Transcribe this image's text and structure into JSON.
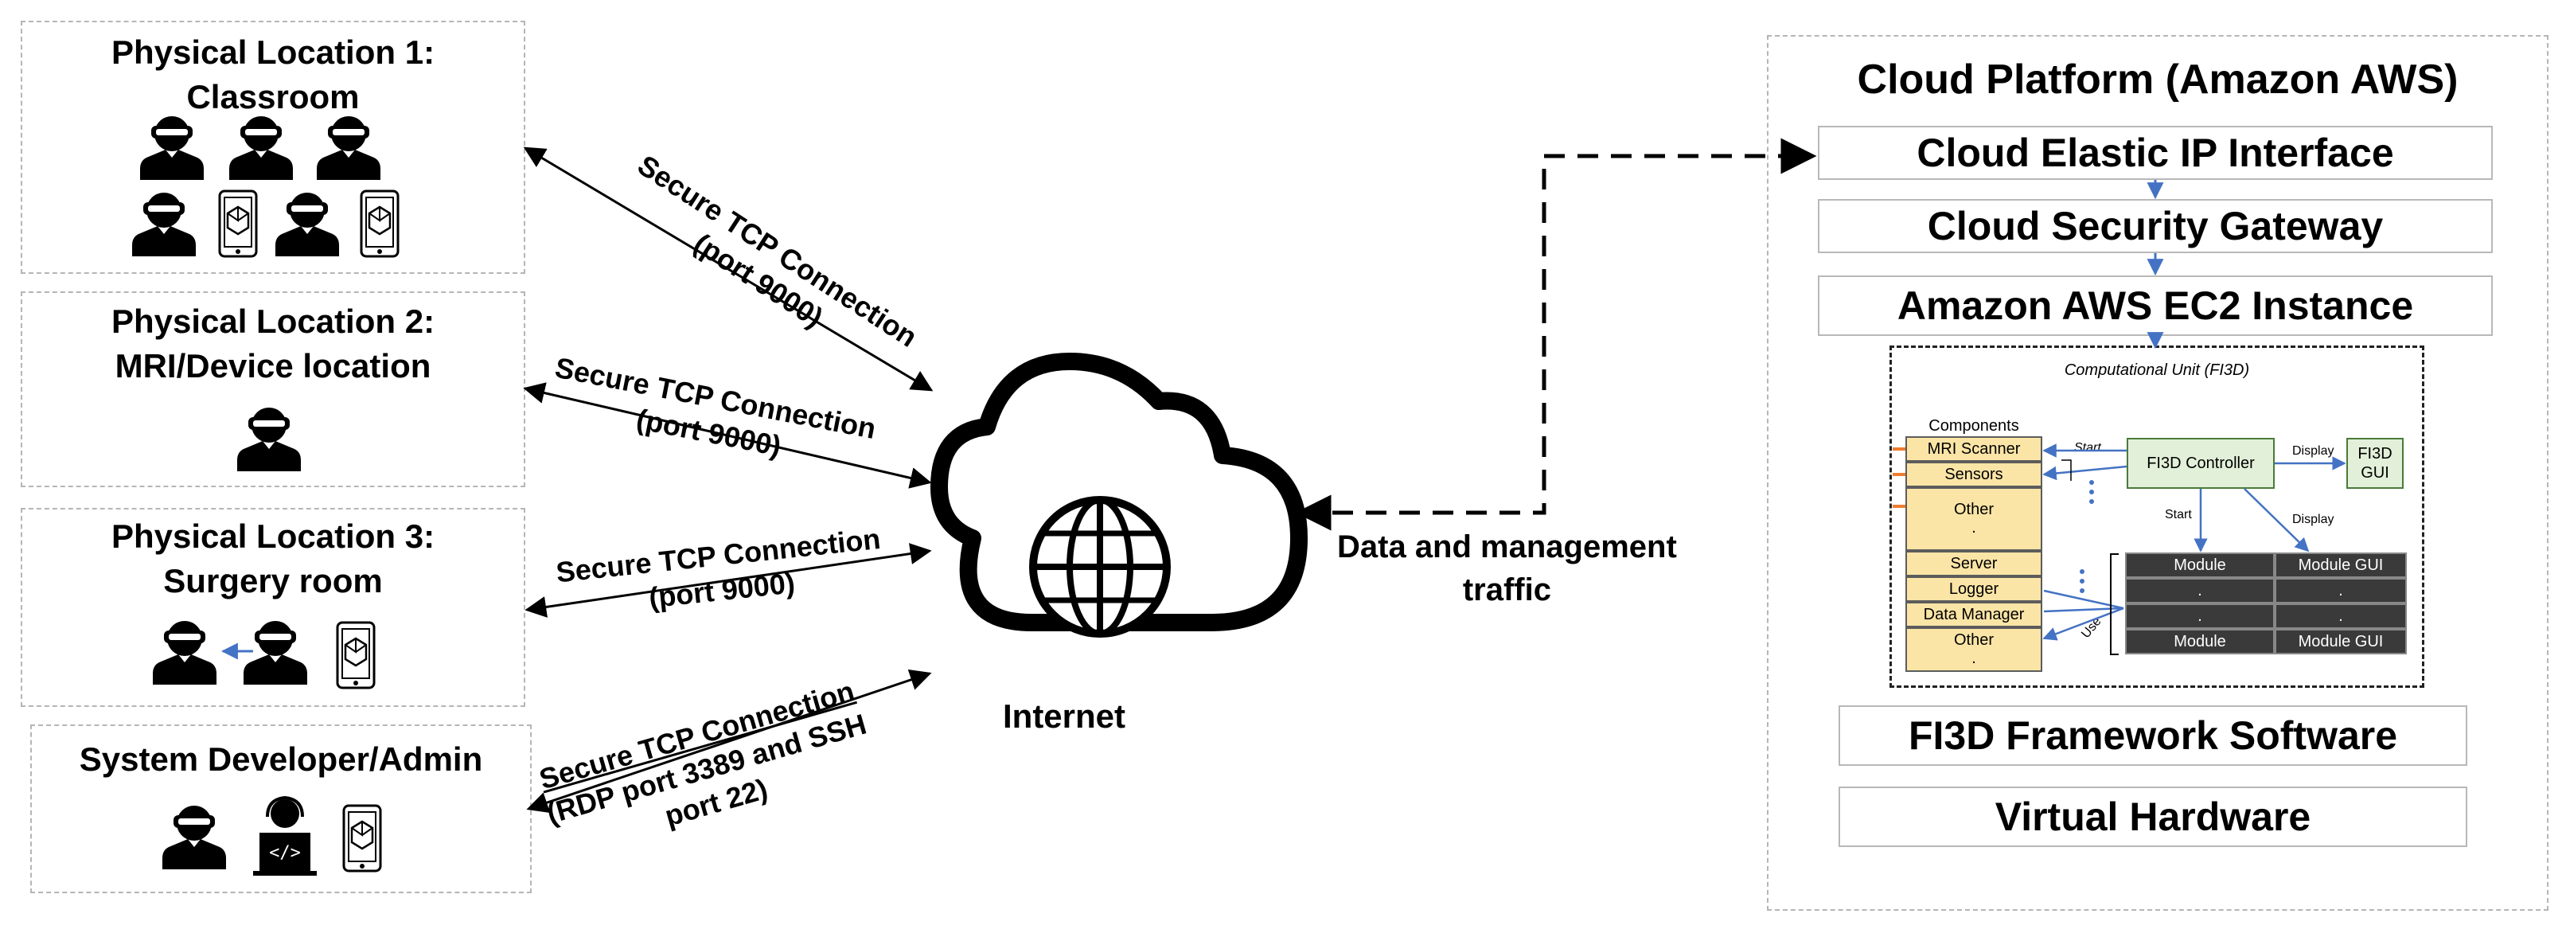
{
  "locations": [
    {
      "title_line1": "Physical Location 1:",
      "title_line2": "Classroom"
    },
    {
      "title_line1": "Physical Location 2:",
      "title_line2": "MRI/Device location"
    },
    {
      "title_line1": "Physical Location 3:",
      "title_line2": "Surgery room"
    },
    {
      "title_line1": "System Developer/Admin",
      "title_line2": ""
    }
  ],
  "connections": [
    {
      "line1": "Secure TCP Connection",
      "line2": "(port 9000)"
    },
    {
      "line1": "Secure TCP Connection",
      "line2": "(port 9000)"
    },
    {
      "line1": "Secure TCP Connection",
      "line2": "(port 9000)"
    },
    {
      "line1": "Secure TCP Connection",
      "line2": "(RDP port 3389 and SSH",
      "line3": "port 22)"
    }
  ],
  "internet_label": "Internet",
  "traffic_label_line1": "Data and management",
  "traffic_label_line2": "traffic",
  "cloud": {
    "title": "Cloud Platform (Amazon AWS)",
    "layers": [
      "Cloud Elastic IP Interface",
      "Cloud Security Gateway",
      "Amazon AWS EC2 Instance"
    ],
    "bottom_layers": [
      "FI3D Framework Software",
      "Virtual Hardware"
    ]
  },
  "unit": {
    "title": "Computational Unit (FI3D)",
    "components_heading": "Components",
    "components": [
      "MRI Scanner",
      "Sensors",
      "Other",
      ".",
      "Server",
      "Logger",
      "Data Manager",
      "Other",
      "."
    ],
    "controller": "FI3D Controller",
    "gui": "FI3D GUI",
    "start_label": "Start",
    "display_label": "Display",
    "start2_label": "Start",
    "display2_label": "Display",
    "use_label": "Use",
    "modules": [
      [
        "Module",
        "Module GUI"
      ],
      [
        ".",
        "."
      ],
      [
        ".",
        "."
      ],
      [
        "Module",
        "Module GUI"
      ]
    ]
  },
  "colors": {
    "accent_arrow": "#4472c4",
    "orange_tick": "#ed7d31",
    "component_fill": "#fbe5a6",
    "controller_fill": "#e2f0d9",
    "module_fill": "#3a3a3a"
  }
}
